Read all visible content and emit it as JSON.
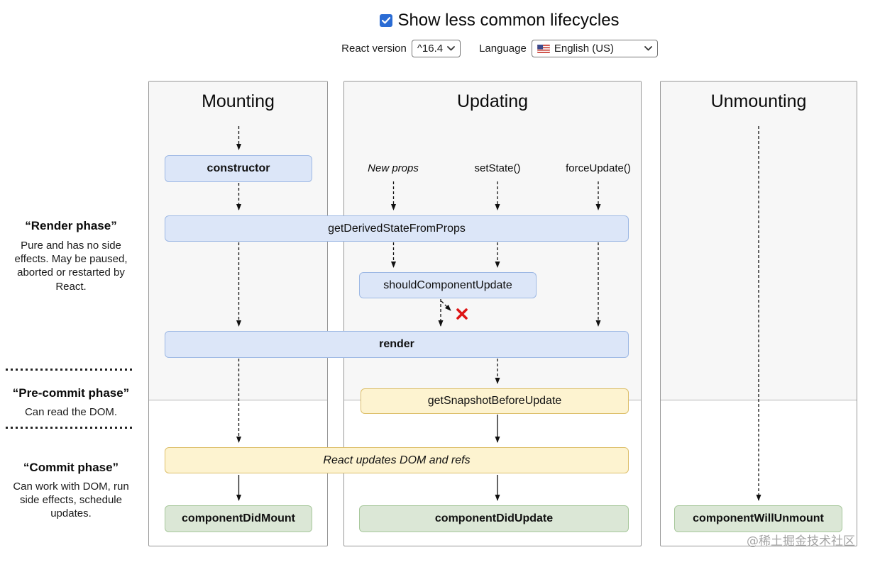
{
  "header": {
    "show_less_label": "Show less common lifecycles",
    "show_less_checked": true,
    "react_version_label": "React version",
    "react_version_value": "^16.4",
    "language_label": "Language",
    "language_value": "English (US)"
  },
  "sidebar": {
    "render_phase": {
      "title": "“Render phase”",
      "desc": "Pure and has no side effects. May be paused, aborted or restarted by React."
    },
    "pre_commit_phase": {
      "title": "“Pre-commit phase”",
      "desc": "Can read the DOM."
    },
    "commit_phase": {
      "title": "“Commit phase”",
      "desc": "Can work with DOM, run side effects, schedule updates."
    }
  },
  "columns": {
    "mounting": {
      "title": "Mounting"
    },
    "updating": {
      "title": "Updating",
      "triggers": {
        "new_props": "New props",
        "set_state": "setState()",
        "force_update": "forceUpdate()"
      }
    },
    "unmounting": {
      "title": "Unmounting"
    }
  },
  "methods": {
    "constructor": "constructor",
    "get_derived_state_from_props": "getDerivedStateFromProps",
    "should_component_update": "shouldComponentUpdate",
    "render": "render",
    "get_snapshot_before_update": "getSnapshotBeforeUpdate",
    "react_updates": "React updates DOM and refs",
    "component_did_mount": "componentDidMount",
    "component_did_update": "componentDidUpdate",
    "component_will_unmount": "componentWillUnmount"
  },
  "watermark": "@稀土掘金技术社区",
  "colors": {
    "checkbox_blue": "#2b6cd4",
    "box_blue_fill": "#dce6f8",
    "box_blue_border": "#9db8e4",
    "box_yellow_fill": "#fdf3d0",
    "box_yellow_border": "#ddbf6a",
    "box_green_fill": "#dbe7d6",
    "box_green_border": "#a8c89c",
    "column_top_bg": "#f7f7f7",
    "cancel_x_red": "#dd1414"
  }
}
